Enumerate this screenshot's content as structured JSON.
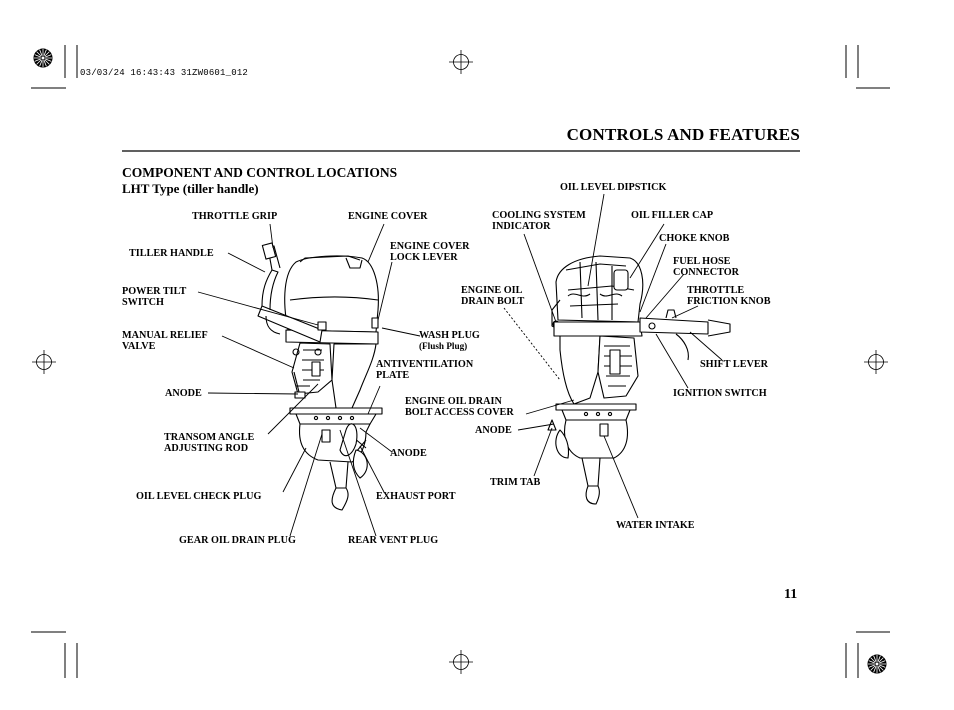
{
  "print_stamp": "03/03/24 16:43:43 31ZW0601_012",
  "section_title": "CONTROLS AND FEATURES",
  "heading": "COMPONENT AND CONTROL LOCATIONS",
  "subheading": "LHT Type (tiller handle)",
  "page_number": "11",
  "left_labels": {
    "throttle_grip": "THROTTLE GRIP",
    "engine_cover": "ENGINE COVER",
    "tiller_handle": "TILLER HANDLE",
    "engine_cover_lock_lever": [
      "ENGINE COVER",
      "LOCK LEVER"
    ],
    "power_tilt_switch": [
      "POWER TILT",
      "SWITCH"
    ],
    "manual_relief_valve": [
      "MANUAL RELIEF",
      "VALVE"
    ],
    "wash_plug": "WASH PLUG",
    "wash_plug_note": "(Flush Plug)",
    "antiventilation_plate": [
      "ANTIVENTILATION",
      "PLATE"
    ],
    "anode_upper": "ANODE",
    "transom_angle_adjusting_rod": [
      "TRANSOM ANGLE",
      "ADJUSTING ROD"
    ],
    "anode_lower": "ANODE",
    "oil_level_check_plug": "OIL LEVEL CHECK PLUG",
    "exhaust_port": "EXHAUST PORT",
    "gear_oil_drain_plug": "GEAR OIL DRAIN PLUG",
    "rear_vent_plug": "REAR VENT PLUG"
  },
  "right_labels": {
    "oil_level_dipstick": "OIL LEVEL DIPSTICK",
    "cooling_system_indicator": [
      "COOLING SYSTEM",
      "INDICATOR"
    ],
    "oil_filler_cap": "OIL FILLER CAP",
    "choke_knob": "CHOKE KNOB",
    "fuel_hose_connector": [
      "FUEL HOSE",
      "CONNECTOR"
    ],
    "engine_oil_drain_bolt": [
      "ENGINE OIL",
      "DRAIN BOLT"
    ],
    "throttle_friction_knob": [
      "THROTTLE",
      "FRICTION KNOB"
    ],
    "shift_lever": "SHIFT LEVER",
    "ignition_switch": "IGNITION SWITCH",
    "engine_oil_drain_bolt_access_cover": [
      "ENGINE OIL DRAIN",
      "BOLT ACCESS COVER"
    ],
    "anode": "ANODE",
    "trim_tab": "TRIM TAB",
    "water_intake": "WATER INTAKE"
  }
}
